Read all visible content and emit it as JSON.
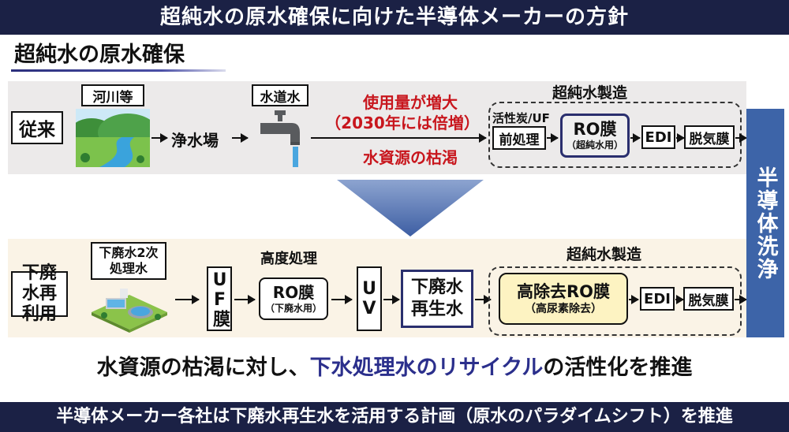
{
  "title": "超純水の原水確保に向けた半導体メーカーの方針",
  "section_heading": "超純水の原水確保",
  "top_row": {
    "label": "従来",
    "river_label": "河川等",
    "purification_plant": "浄水場",
    "tap_label": "水道水",
    "demand_line1": "使用量が増大",
    "demand_line2": "（2030年には倍増）",
    "depletion": "水資源の枯渇",
    "upw_title": "超純水製造",
    "pre_top": "活性炭/UF",
    "pre_label": "前処理",
    "ro_main": "RO膜",
    "ro_sub": "（超純水用）",
    "edi": "EDI",
    "degas": "脱気膜"
  },
  "bottom_row": {
    "label": "下廃水再利用",
    "wastewater_label": "下廃水2次処理水",
    "uf": "UF膜",
    "advanced_title": "高度処理",
    "ro_main": "RO膜",
    "ro_sub": "（下廃水用）",
    "uv": "UV",
    "reclaimed": "下廃水再生水",
    "upw_title": "超純水製造",
    "hr_ro_main": "高除去RO膜",
    "hr_ro_sub": "（高尿素除去）",
    "edi": "EDI",
    "degas": "脱気膜"
  },
  "side_label": "半導体洗浄",
  "note_prefix": "水資源の枯渇に対し、",
  "note_highlight": "下水処理水のリサイクル",
  "note_suffix": "の活性化を推進",
  "footer": "半導体メーカー各社は下廃水再生水を活用する計画（原水のパラダイムシフト）を推進",
  "colors": {
    "navy": "#1b2145",
    "red": "#c8161d",
    "side_blue": "#3d64a8",
    "highlight": "#2b2f8c",
    "yellow": "#fdf3c2"
  }
}
